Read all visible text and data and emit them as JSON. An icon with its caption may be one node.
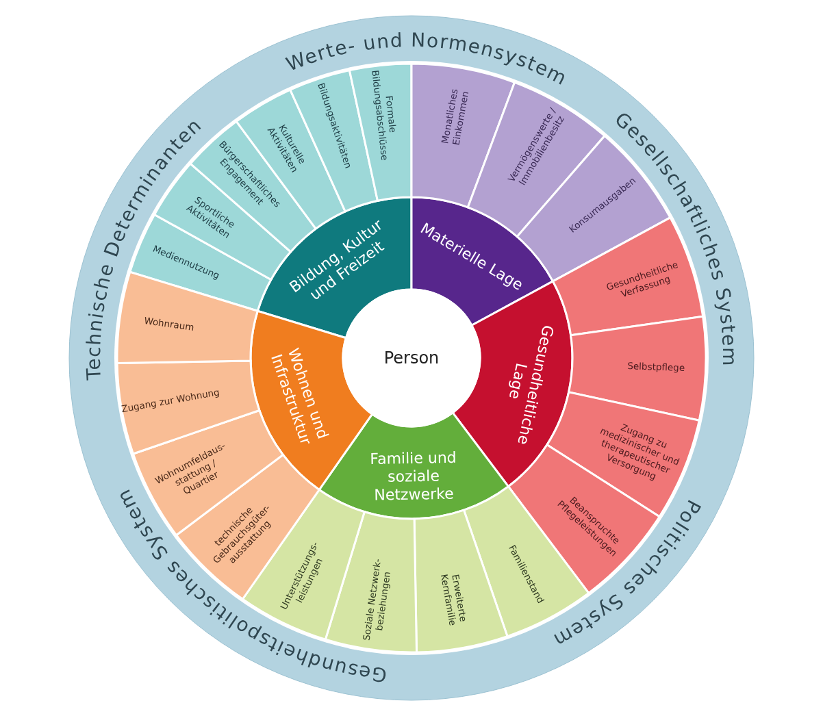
{
  "diagram": {
    "nodes": [
      {
        "text": [
          "Person"
        ]
      },
      {
        "text": [
          "Bildung, Kultur und Freizeit"
        ]
      },
      {
        "text": [
          "Mediennutzung"
        ]
      },
      {
        "text": [
          "Sportliche Aktivitäten"
        ]
      },
      {
        "text": [
          "Bürgerschaftliches Engagement"
        ]
      },
      {
        "text": [
          "Kulturelle Aktivitäten"
        ]
      },
      {
        "text": [
          "Bildungsaktivitäten"
        ]
      },
      {
        "text": [
          "Formale Bildungsabschlüsse"
        ]
      },
      {
        "text": [
          "Materielle Lage"
        ]
      },
      {
        "text": [
          "Monatliches Einkommen"
        ]
      },
      {
        "text": [
          "Vermögenswerte / Immobilienbesitz"
        ]
      },
      {
        "text": [
          "Konsumausgaben"
        ]
      },
      {
        "text": [
          "Gesundheitliche Lage"
        ]
      },
      {
        "text": [
          "Gesundheitliche Verfassung"
        ]
      },
      {
        "text": [
          "Selbstpflege"
        ]
      },
      {
        "text": [
          "Zugang zu medizinischer und therapeutischer Versorgung"
        ]
      },
      {
        "text": [
          "Beanspruchte Pflegeleistungen"
        ]
      },
      {
        "text": [
          "Familie und soziale Netzwerke"
        ]
      },
      {
        "text": [
          "Familienstand"
        ]
      },
      {
        "text": [
          "Erweiterte Kernfamilie"
        ]
      },
      {
        "text": [
          "Soziale Netzwerk- beziehungen"
        ]
      },
      {
        "text": [
          "Unterstützungs- leistungen"
        ]
      },
      {
        "text": [
          "Wohnen und Infrastruktur"
        ]
      },
      {
        "text": [
          "technische Gebrauchsgüter- ausstattung"
        ]
      },
      {
        "text": [
          "Wohnumfeldaus- stattung / Quartier"
        ]
      },
      {
        "text": [
          "Zugang zur Wohnung"
        ]
      },
      {
        "text": [
          "Wohnraum"
        ]
      }
    ],
    "labels": [
      "Werte- und Normensystem",
      "Gesellschaftliches System",
      "Politisches System",
      "Gesundheitspolitisches System",
      "Technische Determinanten"
    ]
  }
}
